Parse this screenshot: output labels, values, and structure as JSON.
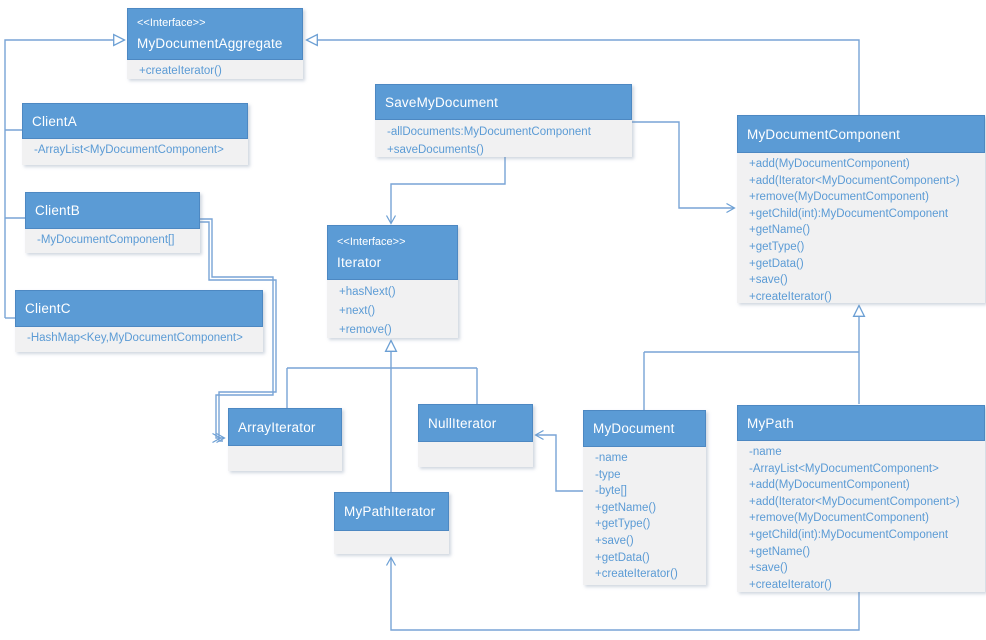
{
  "classes": {
    "aggregate": {
      "stereotype": "<<Interface>>",
      "name": "MyDocumentAggregate",
      "members": [
        "+createIterator()"
      ]
    },
    "client_a": {
      "name": "ClientA",
      "members": [
        "-ArrayList<MyDocumentComponent>"
      ]
    },
    "client_b": {
      "name": "ClientB",
      "members": [
        "-MyDocumentComponent[]"
      ]
    },
    "client_c": {
      "name": "ClientC",
      "members": [
        "-HashMap<Key,MyDocumentComponent>"
      ]
    },
    "save_my_document": {
      "name": "SaveMyDocument",
      "members": [
        "-allDocuments:MyDocumentComponent",
        "+saveDocuments()"
      ]
    },
    "component": {
      "name": "MyDocumentComponent",
      "members": [
        "+add(MyDocumentComponent)",
        "+add(Iterator<MyDocumentComponent>)",
        "+remove(MyDocumentComponent)",
        "+getChild(int):MyDocumentComponent",
        "+getName()",
        "+getType()",
        "+getData()",
        "+save()",
        "+createIterator()"
      ]
    },
    "iterator": {
      "stereotype": "<<Interface>>",
      "name": "Iterator",
      "members": [
        "+hasNext()",
        "+next()",
        "+remove()"
      ]
    },
    "array_iterator": {
      "name": "ArrayIterator",
      "members": []
    },
    "null_iterator": {
      "name": "NullIterator",
      "members": []
    },
    "my_path_iterator": {
      "name": "MyPathIterator",
      "members": []
    },
    "my_document": {
      "name": "MyDocument",
      "members": [
        "-name",
        "-type",
        "-byte[]",
        "+getName()",
        "+getType()",
        "+save()",
        "+getData()",
        "+createIterator()"
      ]
    },
    "my_path": {
      "name": "MyPath",
      "members": [
        "-name",
        "-ArrayList<MyDocumentComponent>",
        "+add(MyDocumentComponent)",
        "+add(Iterator<MyDocumentComponent>)",
        "+remove(MyDocumentComponent)",
        "+getChild(int):MyDocumentComponent",
        "+getName()",
        "+save()",
        "+createIterator()"
      ]
    }
  },
  "colors": {
    "header_fill": "#5b9bd5",
    "body_fill": "#f1f1f2",
    "header_text": "#ffffff",
    "member_text": "#5b9bd5",
    "connector": "#78a4d6"
  }
}
